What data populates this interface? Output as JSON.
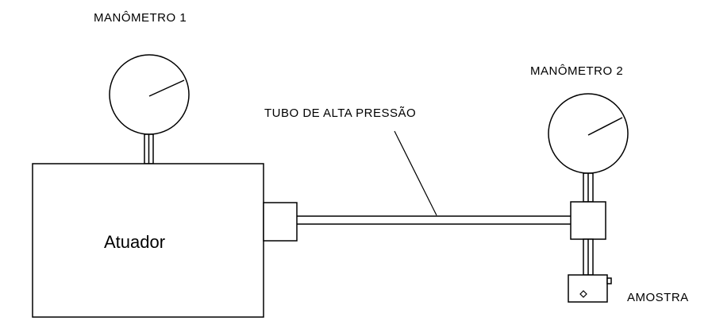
{
  "labels": {
    "gauge1": "MANÔMETRO 1",
    "gauge2": "MANÔMETRO 2",
    "tube": "TUBO DE ALTA PRESSÃO",
    "actuator": "Atuador",
    "sample": "AMOSTRA"
  },
  "colors": {
    "stroke": "#000000",
    "background": "#ffffff"
  }
}
